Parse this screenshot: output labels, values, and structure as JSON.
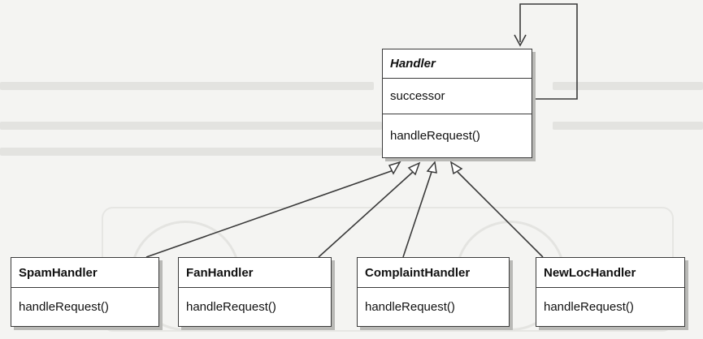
{
  "diagram": {
    "base_class": {
      "name": "Handler",
      "attribute": "successor",
      "method": "handleRequest()"
    },
    "subclasses": [
      {
        "name": "SpamHandler",
        "method": "handleRequest()"
      },
      {
        "name": "FanHandler",
        "method": "handleRequest()"
      },
      {
        "name": "ComplaintHandler",
        "method": "handleRequest()"
      },
      {
        "name": "NewLocHandler",
        "method": "handleRequest()"
      }
    ],
    "relations": {
      "self_association": "successor",
      "inheritance": "generalization"
    }
  }
}
